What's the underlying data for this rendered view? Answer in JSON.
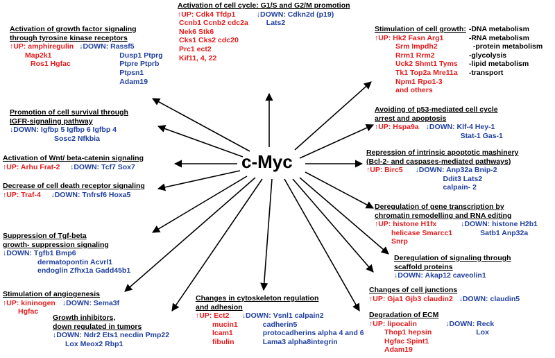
{
  "center": "c-Myc",
  "labels": {
    "up": "↑UP:",
    "down": "↓DOWN:"
  },
  "groups": {
    "cell_cycle": {
      "title": "Activation of cell cycle: G1/S and G2/M promotion",
      "up": [
        "Cdk4  Tfdp1",
        "Ccnb1 Ccnb2 cdc2a",
        "Nek6  Stk6",
        "Cks1 Cks2 cdc20",
        "Prc1 ect2",
        "Kif11, 4, 22"
      ],
      "down": [
        "Cdkn2d (p19)",
        "Lats2"
      ]
    },
    "growth_factor": {
      "title": [
        "Activation of growth factor signaling",
        "through tyrosine kinase receptors"
      ],
      "up": [
        "amphiregulin",
        "Map2k1",
        "Ros1 Hgfac"
      ],
      "down": [
        "Rassf5",
        "Dusp1 Ptprg",
        "Ptpre  Ptprb",
        "Ptpsn1",
        "Adam19"
      ]
    },
    "cell_growth": {
      "title": "Stimulation of cell growth:",
      "up": [
        "Hk2  Fasn  Arg1",
        "Srm  Impdh2",
        "Rrm1  Rrm2",
        "Uck2  Shmt1  Tyms",
        "Tk1  Top2a  Mre11a",
        "Npm1  Rpo1-3",
        "and others"
      ],
      "side": [
        "-DNA metabolism",
        "-RNA  metabolism",
        "-protein metabolism",
        "-glycolysis",
        "-lipid metabolism",
        "-transport"
      ]
    },
    "survival": {
      "title": [
        "Promotion of cell survival  through",
        "IGFR-signaling pathway"
      ],
      "down": [
        "Igfbp 5  Igfbp 6  Igfbp 4",
        "Sosc2  Nfkbia"
      ]
    },
    "p53": {
      "title": [
        "Avoiding of p53-mediated cell cycle",
        "arrest and apoptosis"
      ],
      "up": [
        "Hspa9a"
      ],
      "down": [
        "Klf-4   Hey-1",
        "Stat-1  Gas-1"
      ]
    },
    "wnt": {
      "title": "Activation of Wnt/ beta-catenin signaling",
      "up": [
        "Arhu   Frat-2"
      ],
      "down": [
        "Tcf7  Sox7"
      ]
    },
    "apoptotic": {
      "title": [
        "Repression of intrinsic apoptotic mashinery",
        "(Bcl-2- and caspases-mediated pathways)"
      ],
      "up": [
        "Birc5"
      ],
      "down": [
        "Anp32a  Bnip-2",
        "Ddit3  Lats2",
        "calpain- 2"
      ]
    },
    "death_receptor": {
      "title": "Decrease of cell death receptor signaling",
      "up": [
        "Traf-4"
      ],
      "down": [
        "Tnfrsf6   Hoxa5"
      ]
    },
    "chromatin": {
      "title": [
        "Deregulation of gene transcription by",
        "chromatin remodelling and RNA editing"
      ],
      "up": [
        "histone H1fx",
        "helicase Smarcc1",
        "Snrp"
      ],
      "down": [
        "histone H2b1",
        "Satb1  Anp32a"
      ]
    },
    "tgf": {
      "title": [
        "Suppression  of Tgf-beta",
        "growth- suppression signaling"
      ],
      "down": [
        "Tgfb1   Bmp6",
        "dermatopontin  Acvrl1",
        "endoglin   Zfhx1a   Gadd45b1"
      ]
    },
    "scaffold": {
      "title": [
        "Deregulation of signaling through",
        "scaffold proteins"
      ],
      "down": [
        "Akap12  caveolin1"
      ]
    },
    "angiogenesis": {
      "title": "Stimulation of angiogenesis",
      "up": [
        "kininogen",
        "Hgfac"
      ],
      "down": [
        "Sema3f"
      ]
    },
    "junctions": {
      "title": "Changes of cell junctions",
      "up": [
        "Gja1  Gjb3   claudin2"
      ],
      "down": [
        "claudin5"
      ]
    },
    "inhibitors": {
      "title": [
        "Growth inhibitors,",
        "down regulated in tumors"
      ],
      "down": [
        "Ndr2  Ets1  necdin  Pmp22",
        "Lox  Meox2  Rbp1"
      ]
    },
    "cytoskeleton": {
      "title": [
        "Changes in  cytoskeleton regulation",
        "and adhesion"
      ],
      "up": [
        "Ect2",
        "mucin1",
        "Icam1",
        "fibulin"
      ],
      "down": [
        "Vsnl1   calpain2",
        "cadherin5",
        "protocadherins alpha 4 and 6",
        "Lama3   alpha8integrin"
      ]
    },
    "ecm": {
      "title": "Degradation of ECM",
      "up": [
        "lipocalin",
        "Thop1   hepsin",
        "Hgfac   Spint1",
        "Adam19"
      ],
      "down": [
        "Reck",
        "Lox"
      ]
    }
  },
  "colors": {
    "up": "#e31a1c",
    "down": "#1f3f9f",
    "arrow": "#000000"
  },
  "arrow_count": 16
}
